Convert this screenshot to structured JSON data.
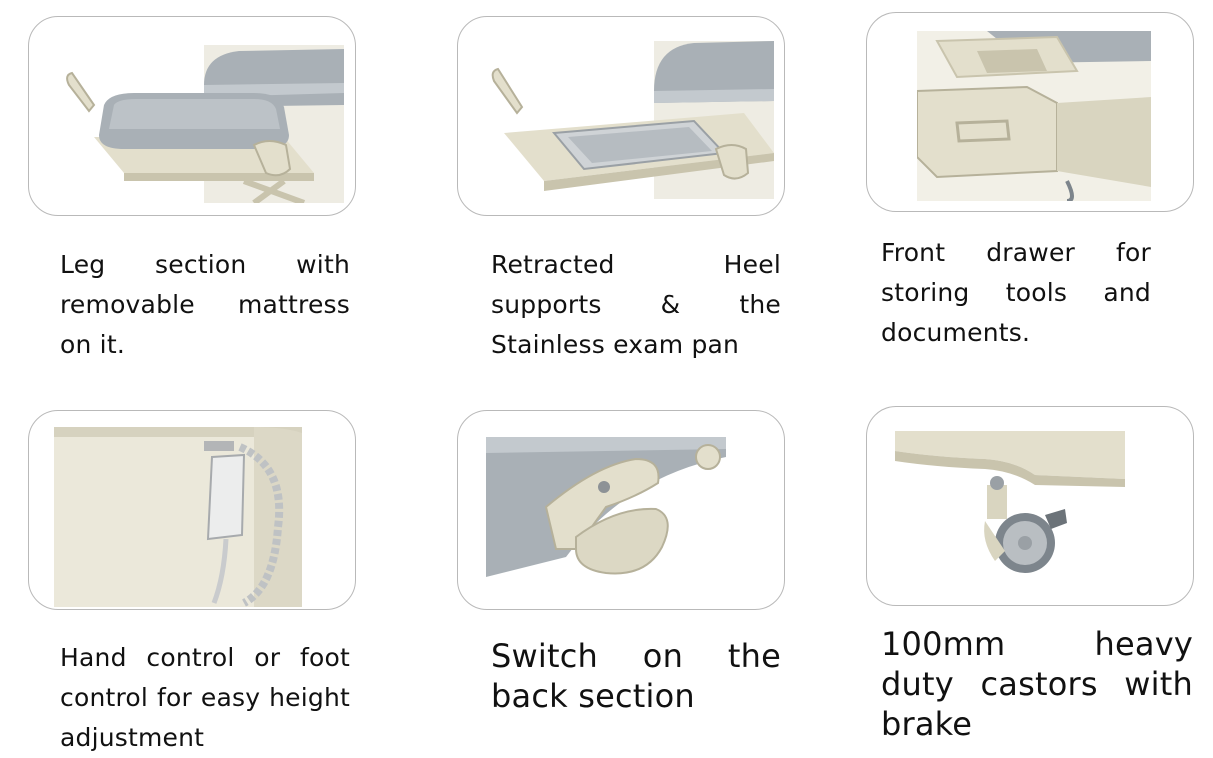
{
  "features": [
    {
      "caption": "Leg section with removable mattress on it."
    },
    {
      "caption": "Retracted Heel supports & the Stainless exam pan"
    },
    {
      "caption": "Front drawer for storing tools and documents."
    },
    {
      "caption": "Hand control or foot control for easy height adjustment"
    },
    {
      "caption": "Switch on the back section"
    },
    {
      "caption": "100mm heavy duty castors with brake"
    }
  ],
  "colors": {
    "frame": "#e3dfcc",
    "frame_shadow": "#c9c4ad",
    "upholstery": "#a9b0b6",
    "upholstery_light": "#c3c9ce",
    "steel": "#cfd3d6",
    "wheel": "#7d858c",
    "card_border": "#b9b9b9"
  }
}
